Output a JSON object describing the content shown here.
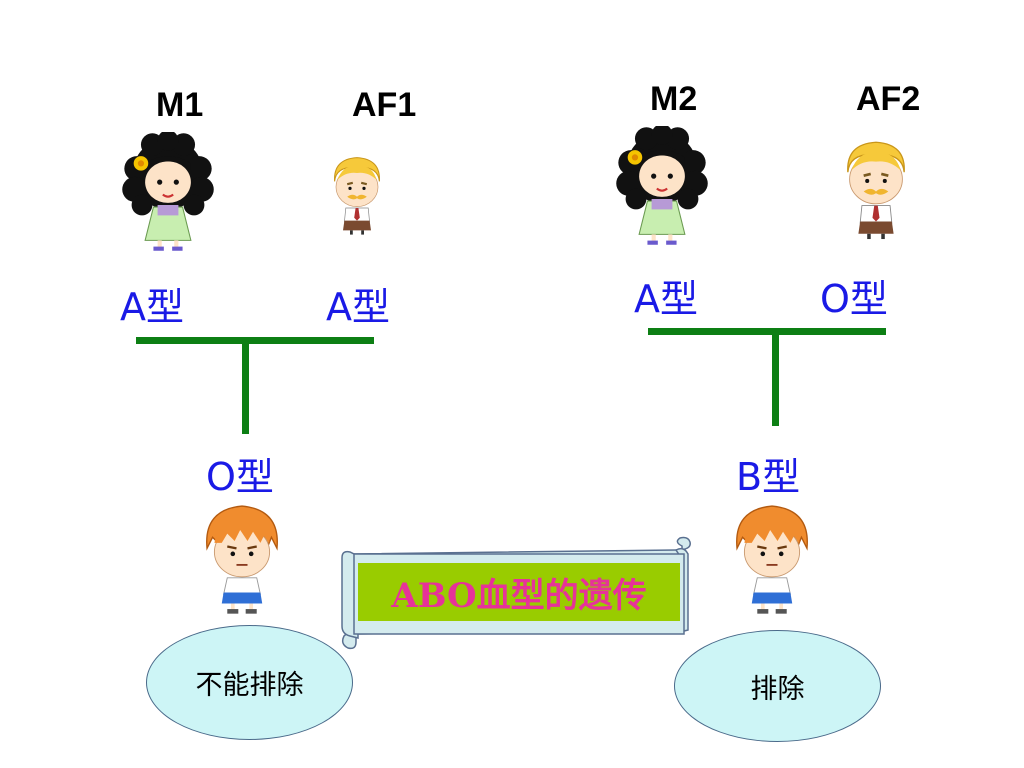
{
  "families": [
    {
      "mother": {
        "label": "M1",
        "blood_type": "A型"
      },
      "father": {
        "label": "AF1",
        "blood_type": "A型"
      },
      "child": {
        "blood_type": "O型"
      },
      "result": "不能排除"
    },
    {
      "mother": {
        "label": "M2",
        "blood_type": "A型"
      },
      "father": {
        "label": "AF2",
        "blood_type": "O型"
      },
      "child": {
        "blood_type": "B型"
      },
      "result": "排除"
    }
  ],
  "banner": {
    "title": "ABO血型的遗传"
  },
  "colors": {
    "connector": "#0d7f14",
    "blood_type_text": "#1a1ae6",
    "bubble_fill": "#cdf5f6",
    "banner_fill": "#99cc00",
    "banner_text": "#e63399"
  },
  "icons": {
    "mother": "girl-cartoon-icon",
    "father": "blond-boy-cartoon-icon",
    "child": "orange-haired-boy-cartoon-icon"
  }
}
